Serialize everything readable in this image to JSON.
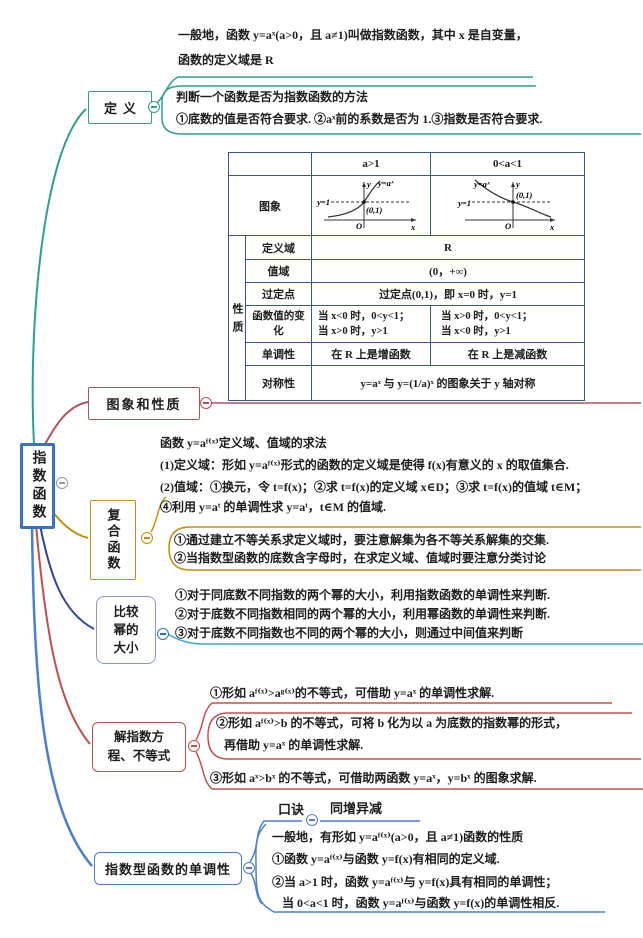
{
  "root": {
    "label": "指数函数"
  },
  "colors": {
    "teal": "#2f9e8e",
    "maroon": "#b25059",
    "table_border": "#3a5795",
    "gold": "#c28e0e",
    "navy": "#33439e",
    "periwinkle": "#8b97cd",
    "sky": "#3ea6dc",
    "red": "#c0504d",
    "blue": "#4a7fd0",
    "root_border": "#3672c8",
    "collapse_gray": "#999999"
  },
  "definition": {
    "node_label": "定义",
    "intro_line1": "一般地，函数 y=aˣ(a>0，且 a≠1)叫做指数函数，其中 x 是自变量，",
    "intro_line2": "函数的定义域是 R",
    "method_title": "判断一个函数是否为指数函数的方法",
    "method_items": "①底数的值是否符合要求. ②aˣ前的系数是否为 1.③指数是否符合要求."
  },
  "graph_properties": {
    "node_label": "图象和性质",
    "table": {
      "col_a": "a>1",
      "col_b": "0<a<1",
      "graph_row_label": "图象",
      "props_label": "性 质",
      "row_domain_label": "定义域",
      "domain": "R",
      "row_range_label": "值域",
      "range": "(0，+∞)",
      "row_fixed_label": "过定点",
      "fixed_point": "过定点(0,1)，即 x=0 时，y=1",
      "row_change_label": "函数值的变化",
      "change_a1": "当 x<0 时，0<y<1；",
      "change_a2": "当 x>0 时，y>1",
      "change_b1": "当 x>0 时，0<y<1；",
      "change_b2": "当 x<0 时，y>1",
      "row_mono_label": "单调性",
      "mono_a": "在 R 上是增函数",
      "mono_b": "在 R 上是减函数",
      "row_sym_label": "对称性",
      "symmetry": "y=aˣ 与 y=(1/a)ˣ 的图象关于 y 轴对称"
    },
    "graph": {
      "y_label": "y",
      "x_label": "x",
      "curve_label": "y=aˣ",
      "asymptote_label": "y=1",
      "point_label": "(0,1)",
      "origin_label": "O"
    }
  },
  "composite": {
    "node_label": "复合函数",
    "lines": [
      "函数 y=aᶠ⁽ˣ⁾定义域、值域的求法",
      "(1)定义域：形如 y=aᶠ⁽ˣ⁾形式的函数的定义域是使得 f(x)有意义的 x 的取值集合.",
      "(2)值域：①换元，令 t=f(x)；②求 t=f(x)的定义域 x∈D；③求 t=f(x)的值域 t∈M；",
      "④利用 y=aᵗ 的单调性求 y=aᵗ，t∈M 的值域."
    ],
    "note_lines": [
      "①通过建立不等关系求定义域时，要注意解集为各不等关系解集的交集.",
      "②当指数型函数的底数含字母时，在求定义域、值域时要注意分类讨论"
    ]
  },
  "compare": {
    "node_lines": [
      "比较",
      "幂的",
      "大小"
    ],
    "items": [
      "①对于同底数不同指数的两个幂的大小，利用指数函数的单调性来判断.",
      "②对于底数不同指数相同的两个幂的大小，利用幂函数的单调性来判断.",
      "③对于底数不同指数也不同的两个幂的大小，则通过中间值来判断"
    ]
  },
  "solve": {
    "node_lines": [
      "解指数方",
      "程、不等式"
    ],
    "item1": "①形如 aᶠ⁽ˣ⁾>aᵍ⁽ˣ⁾的不等式，可借助 y=aˣ 的单调性求解.",
    "item2_line1": "②形如 aᶠ⁽ˣ⁾>b 的不等式，可将 b 化为以 a 为底数的指数幂的形式，",
    "item2_line2": "再借助 y=aˣ 的单调性求解.",
    "item3": "③形如 aˣ>bˣ 的不等式，可借助两函数 y=aˣ，y=bˣ 的图象求解."
  },
  "mono": {
    "node_label": "指数型函数的单调性",
    "koujue_label": "口诀",
    "koujue_value": "同增异减",
    "lines": [
      "一般地，有形如 y=aᶠ⁽ˣ⁾(a>0，且 a≠1)函数的性质",
      "①函数 y=aᶠ⁽ˣ⁾与函数 y=f(x)有相同的定义域.",
      "②当 a>1 时，函数 y=aᶠ⁽ˣ⁾与 y=f(x)具有相同的单调性；",
      "当 0<a<1 时，函数 y=aᶠ⁽ˣ⁾与函数 y=f(x)的单调性相反."
    ]
  }
}
